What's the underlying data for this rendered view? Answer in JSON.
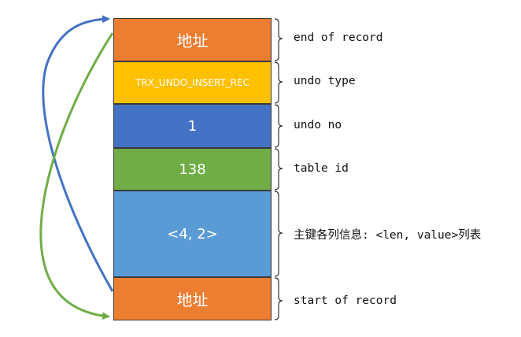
{
  "blocks": [
    {
      "id": "end-addr",
      "text": "地址",
      "color": "#ED7D31"
    },
    {
      "id": "undo-type",
      "text": "TRX_UNDO_INSERT_REC",
      "color": "#FFC000"
    },
    {
      "id": "undo-no",
      "text": "1",
      "color": "#4472C4"
    },
    {
      "id": "table-id",
      "text": "138",
      "color": "#70AD47"
    },
    {
      "id": "key-cols",
      "text": "<4, 2>",
      "color": "#5B9BD5"
    },
    {
      "id": "start-addr",
      "text": "地址",
      "color": "#ED7D31"
    }
  ],
  "labels": {
    "end_of_record": "end of record",
    "undo_type": "undo type",
    "undo_no": "undo no",
    "table_id": "table id",
    "key_info": "主键各列信息: <len, value>列表",
    "start_of_record": "start of record"
  },
  "arrows": [
    {
      "name": "blue-arrow",
      "from": "start-addr",
      "to": "end-addr",
      "color": "#4472C4"
    },
    {
      "name": "green-arrow",
      "from": "end-addr",
      "to": "start-addr",
      "color": "#70AD47"
    }
  ]
}
